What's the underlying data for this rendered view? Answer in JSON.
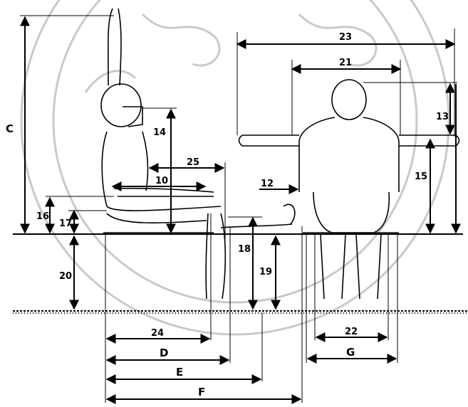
{
  "labels": {
    "C": "C",
    "D": "D",
    "E": "E",
    "F": "F",
    "G": "G",
    "n10": "10",
    "n12": "12",
    "n13": "13",
    "n14": "14",
    "n15": "15",
    "n16": "16",
    "n17": "17",
    "n18": "18",
    "n19": "19",
    "n20": "20",
    "n21": "21",
    "n22": "22",
    "n23": "23",
    "n24": "24",
    "n25": "25"
  }
}
